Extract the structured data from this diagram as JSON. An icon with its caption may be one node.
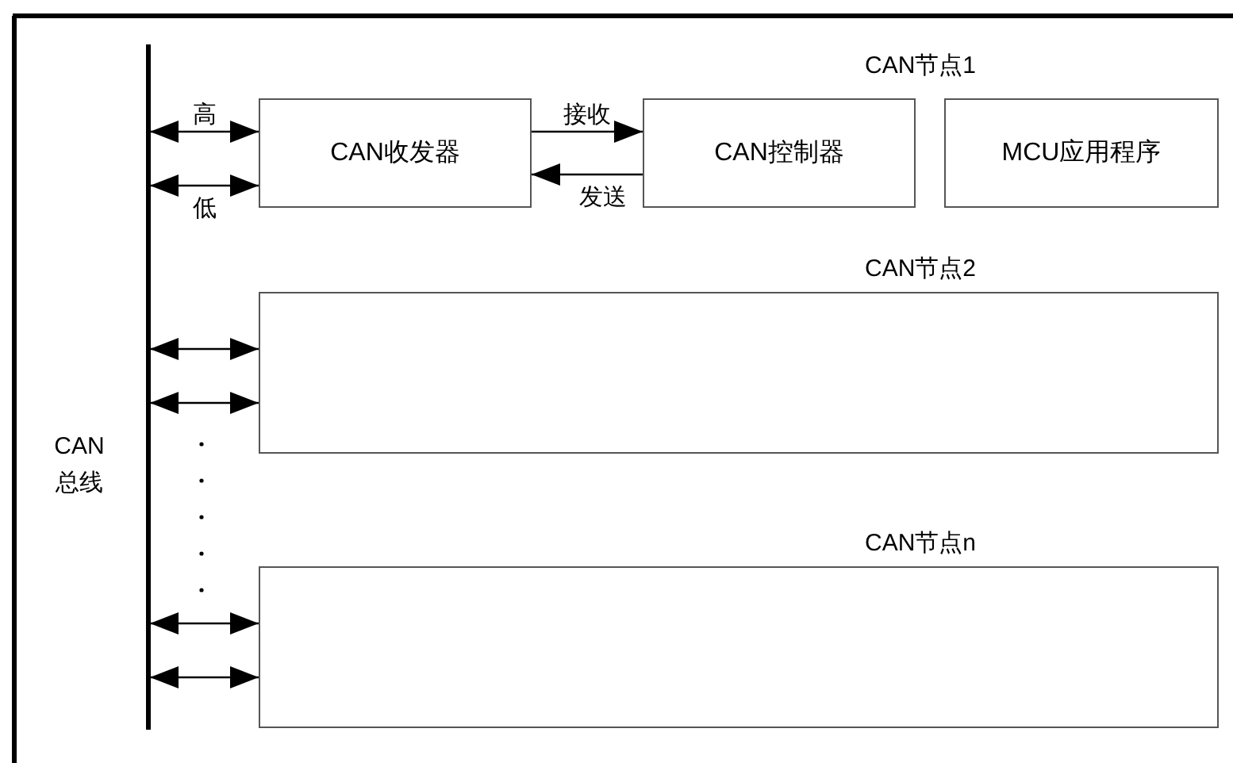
{
  "diagram": {
    "nodes": [
      {
        "text": [
          "CAN 总线"
        ]
      },
      {
        "text": [
          "CAN收发器"
        ]
      },
      {
        "text": [
          "CAN控制器"
        ]
      },
      {
        "text": [
          "MCU应用程序"
        ]
      },
      {
        "text": [
          "CAN节点2"
        ]
      },
      {
        "text": [
          "CAN节点n"
        ]
      }
    ],
    "edges": [
      {
        "from": 0,
        "to": 1,
        "arrow": "both",
        "label": "高"
      },
      {
        "from": 0,
        "to": 1,
        "arrow": "both",
        "label": "低"
      },
      {
        "from": 1,
        "to": 2,
        "arrow": "to",
        "label": "接收"
      },
      {
        "from": 2,
        "to": 1,
        "arrow": "to",
        "label": "发送"
      },
      {
        "from": 0,
        "to": 4,
        "arrow": "both"
      },
      {
        "from": 0,
        "to": 4,
        "arrow": "both"
      },
      {
        "from": 0,
        "to": 5,
        "arrow": "both"
      },
      {
        "from": 0,
        "to": 5,
        "arrow": "both"
      }
    ],
    "labels": [
      "CAN节点1"
    ]
  }
}
